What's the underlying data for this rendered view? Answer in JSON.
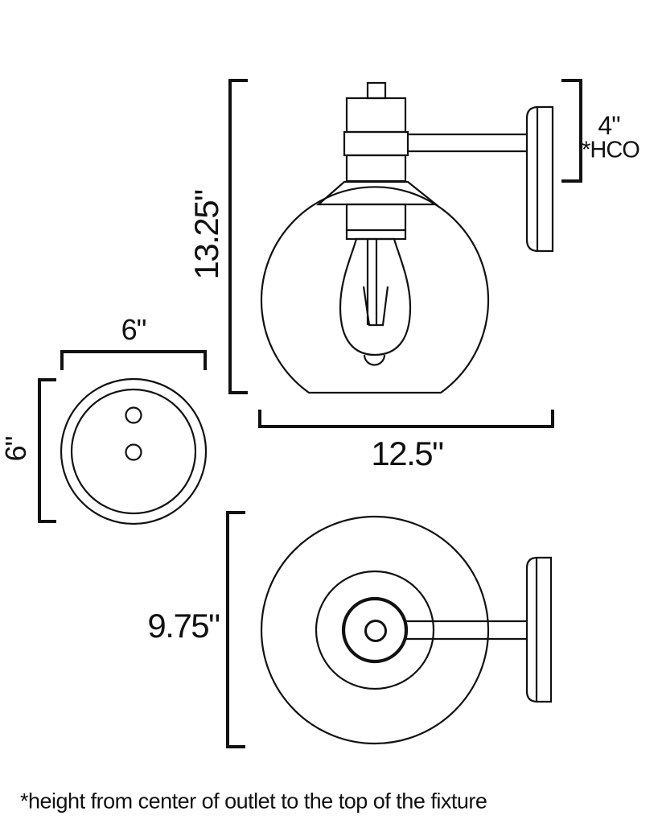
{
  "diagram": {
    "title_hint": "wall sconce dimension drawing",
    "colors": {
      "line": "#111111",
      "background": "#ffffff"
    },
    "side_view": {
      "height_label": "13.25\"",
      "hco_value": "4\"",
      "hco_note": "*HCO",
      "width_label": "12.5\""
    },
    "backplate_view": {
      "width_label": "6\"",
      "height_label": "6\""
    },
    "top_view": {
      "depth_label": "9.75\""
    },
    "footnote": "*height from center of outlet to the top of the fixture"
  }
}
